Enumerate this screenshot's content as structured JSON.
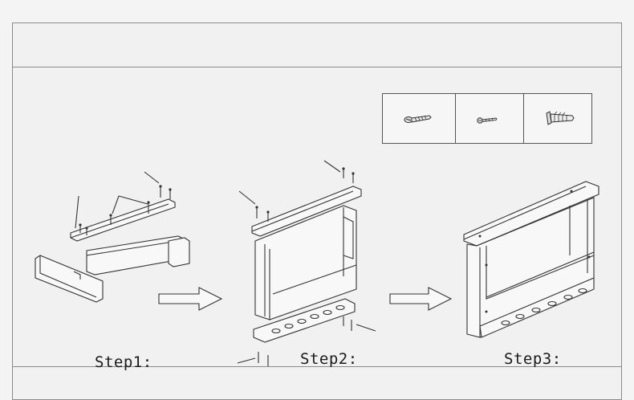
{
  "steps": [
    {
      "label": "Step1:"
    },
    {
      "label": "Step2:"
    },
    {
      "label": "Step3:"
    }
  ],
  "hardware": [
    {
      "icon": "wood-screw-icon"
    },
    {
      "icon": "small-screw-icon"
    },
    {
      "icon": "wall-anchor-icon"
    }
  ],
  "colors": {
    "stroke": "#333333",
    "background": "#f1f1f1",
    "border": "#8a8a8a"
  }
}
